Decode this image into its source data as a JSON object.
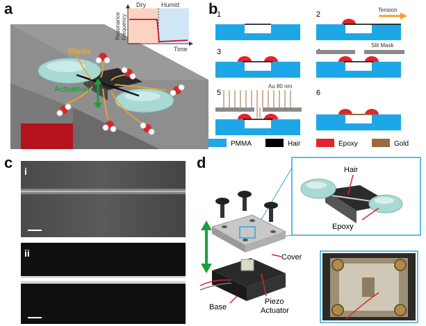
{
  "panels": {
    "a": {
      "letter": "a",
      "inset": {
        "ylabel_1": "Resonance",
        "ylabel_2": "Frequency",
        "xlabel": "Time",
        "region_dry": "Dry",
        "region_humid": "Humid"
      },
      "label_water": "Water",
      "label_actuation": "Actuation"
    },
    "b": {
      "letter": "b",
      "steps": [
        "1",
        "2",
        "3",
        "4",
        "5",
        "6"
      ],
      "label_tension": "Tension",
      "label_slit_mask": "Slit Mask",
      "label_au": "Au 80 nm",
      "legend": [
        {
          "label": "PMMA",
          "color": "#1ea7e6"
        },
        {
          "label": "Hair",
          "color": "#000000"
        },
        {
          "label": "Epoxy",
          "color": "#e3242b"
        },
        {
          "label": "Gold",
          "color": "#9c6a3d"
        }
      ]
    },
    "c": {
      "letter": "c",
      "image_i": "i",
      "image_ii": "ii"
    },
    "d": {
      "letter": "d",
      "label_hair": "Hair",
      "label_epoxy": "Epoxy",
      "label_cover": "Cover",
      "label_base": "Base",
      "label_piezo_1": "Piezo",
      "label_piezo_2": "Actuator"
    }
  },
  "colors": {
    "pmma": "#1ea7e6",
    "epoxy": "#e3242b",
    "gold": "#9c6a3d",
    "arrow_orange": "#f2a22c",
    "arrow_green": "#1aa03a"
  }
}
